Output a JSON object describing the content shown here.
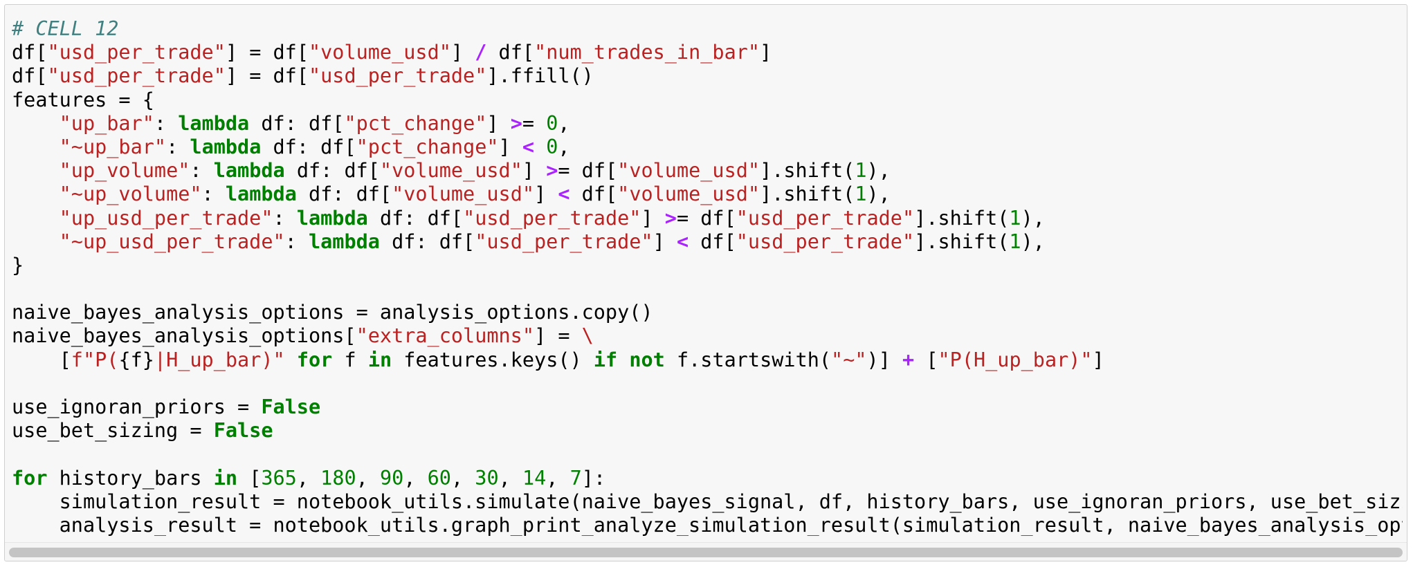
{
  "cell": {
    "label": "CELL 12",
    "lines": [
      [
        {
          "t": "comment",
          "v": "# CELL 12"
        }
      ],
      [
        {
          "t": "plain",
          "v": "df["
        },
        {
          "t": "string",
          "v": "\"usd_per_trade\""
        },
        {
          "t": "plain",
          "v": "] = df["
        },
        {
          "t": "string",
          "v": "\"volume_usd\""
        },
        {
          "t": "plain",
          "v": "] "
        },
        {
          "t": "op",
          "v": "/"
        },
        {
          "t": "plain",
          "v": " df["
        },
        {
          "t": "string",
          "v": "\"num_trades_in_bar\""
        },
        {
          "t": "plain",
          "v": "]"
        }
      ],
      [
        {
          "t": "plain",
          "v": "df["
        },
        {
          "t": "string",
          "v": "\"usd_per_trade\""
        },
        {
          "t": "plain",
          "v": "] = df["
        },
        {
          "t": "string",
          "v": "\"usd_per_trade\""
        },
        {
          "t": "plain",
          "v": "].ffill()"
        }
      ],
      [
        {
          "t": "plain",
          "v": "features = {"
        }
      ],
      [
        {
          "t": "plain",
          "v": "    "
        },
        {
          "t": "string",
          "v": "\"up_bar\""
        },
        {
          "t": "plain",
          "v": ": "
        },
        {
          "t": "keyword",
          "v": "lambda"
        },
        {
          "t": "plain",
          "v": " df: df["
        },
        {
          "t": "string",
          "v": "\"pct_change\""
        },
        {
          "t": "plain",
          "v": "] "
        },
        {
          "t": "op",
          "v": ">"
        },
        {
          "t": "plain",
          "v": "= "
        },
        {
          "t": "number",
          "v": "0"
        },
        {
          "t": "plain",
          "v": ","
        }
      ],
      [
        {
          "t": "plain",
          "v": "    "
        },
        {
          "t": "string",
          "v": "\"~up_bar\""
        },
        {
          "t": "plain",
          "v": ": "
        },
        {
          "t": "keyword",
          "v": "lambda"
        },
        {
          "t": "plain",
          "v": " df: df["
        },
        {
          "t": "string",
          "v": "\"pct_change\""
        },
        {
          "t": "plain",
          "v": "] "
        },
        {
          "t": "op",
          "v": "<"
        },
        {
          "t": "plain",
          "v": " "
        },
        {
          "t": "number",
          "v": "0"
        },
        {
          "t": "plain",
          "v": ","
        }
      ],
      [
        {
          "t": "plain",
          "v": "    "
        },
        {
          "t": "string",
          "v": "\"up_volume\""
        },
        {
          "t": "plain",
          "v": ": "
        },
        {
          "t": "keyword",
          "v": "lambda"
        },
        {
          "t": "plain",
          "v": " df: df["
        },
        {
          "t": "string",
          "v": "\"volume_usd\""
        },
        {
          "t": "plain",
          "v": "] "
        },
        {
          "t": "op",
          "v": ">"
        },
        {
          "t": "plain",
          "v": "= df["
        },
        {
          "t": "string",
          "v": "\"volume_usd\""
        },
        {
          "t": "plain",
          "v": "].shift("
        },
        {
          "t": "number",
          "v": "1"
        },
        {
          "t": "plain",
          "v": "),"
        }
      ],
      [
        {
          "t": "plain",
          "v": "    "
        },
        {
          "t": "string",
          "v": "\"~up_volume\""
        },
        {
          "t": "plain",
          "v": ": "
        },
        {
          "t": "keyword",
          "v": "lambda"
        },
        {
          "t": "plain",
          "v": " df: df["
        },
        {
          "t": "string",
          "v": "\"volume_usd\""
        },
        {
          "t": "plain",
          "v": "] "
        },
        {
          "t": "op",
          "v": "<"
        },
        {
          "t": "plain",
          "v": " df["
        },
        {
          "t": "string",
          "v": "\"volume_usd\""
        },
        {
          "t": "plain",
          "v": "].shift("
        },
        {
          "t": "number",
          "v": "1"
        },
        {
          "t": "plain",
          "v": "),"
        }
      ],
      [
        {
          "t": "plain",
          "v": "    "
        },
        {
          "t": "string",
          "v": "\"up_usd_per_trade\""
        },
        {
          "t": "plain",
          "v": ": "
        },
        {
          "t": "keyword",
          "v": "lambda"
        },
        {
          "t": "plain",
          "v": " df: df["
        },
        {
          "t": "string",
          "v": "\"usd_per_trade\""
        },
        {
          "t": "plain",
          "v": "] "
        },
        {
          "t": "op",
          "v": ">"
        },
        {
          "t": "plain",
          "v": "= df["
        },
        {
          "t": "string",
          "v": "\"usd_per_trade\""
        },
        {
          "t": "plain",
          "v": "].shift("
        },
        {
          "t": "number",
          "v": "1"
        },
        {
          "t": "plain",
          "v": "),"
        }
      ],
      [
        {
          "t": "plain",
          "v": "    "
        },
        {
          "t": "string",
          "v": "\"~up_usd_per_trade\""
        },
        {
          "t": "plain",
          "v": ": "
        },
        {
          "t": "keyword",
          "v": "lambda"
        },
        {
          "t": "plain",
          "v": " df: df["
        },
        {
          "t": "string",
          "v": "\"usd_per_trade\""
        },
        {
          "t": "plain",
          "v": "] "
        },
        {
          "t": "op",
          "v": "<"
        },
        {
          "t": "plain",
          "v": " df["
        },
        {
          "t": "string",
          "v": "\"usd_per_trade\""
        },
        {
          "t": "plain",
          "v": "].shift("
        },
        {
          "t": "number",
          "v": "1"
        },
        {
          "t": "plain",
          "v": "),"
        }
      ],
      [
        {
          "t": "plain",
          "v": "}"
        }
      ],
      [],
      [
        {
          "t": "plain",
          "v": "naive_bayes_analysis_options = analysis_options.copy()"
        }
      ],
      [
        {
          "t": "plain",
          "v": "naive_bayes_analysis_options["
        },
        {
          "t": "string",
          "v": "\"extra_columns\""
        },
        {
          "t": "plain",
          "v": "] = "
        },
        {
          "t": "string",
          "v": "\\"
        }
      ],
      [
        {
          "t": "plain",
          "v": "    ["
        },
        {
          "t": "string",
          "v": "f\"P("
        },
        {
          "t": "plain",
          "v": "{f}"
        },
        {
          "t": "string",
          "v": "|H_up_bar)\""
        },
        {
          "t": "plain",
          "v": " "
        },
        {
          "t": "keyword",
          "v": "for"
        },
        {
          "t": "plain",
          "v": " f "
        },
        {
          "t": "keyword",
          "v": "in"
        },
        {
          "t": "plain",
          "v": " features.keys() "
        },
        {
          "t": "keyword",
          "v": "if"
        },
        {
          "t": "plain",
          "v": " "
        },
        {
          "t": "keyword",
          "v": "not"
        },
        {
          "t": "plain",
          "v": " f.startswith("
        },
        {
          "t": "string",
          "v": "\"~\""
        },
        {
          "t": "plain",
          "v": ")] "
        },
        {
          "t": "op",
          "v": "+"
        },
        {
          "t": "plain",
          "v": " ["
        },
        {
          "t": "string",
          "v": "\"P(H_up_bar)\""
        },
        {
          "t": "plain",
          "v": "]"
        }
      ],
      [],
      [
        {
          "t": "plain",
          "v": "use_ignoran_priors = "
        },
        {
          "t": "keyword",
          "v": "False"
        }
      ],
      [
        {
          "t": "plain",
          "v": "use_bet_sizing = "
        },
        {
          "t": "keyword",
          "v": "False"
        }
      ],
      [],
      [
        {
          "t": "keyword",
          "v": "for"
        },
        {
          "t": "plain",
          "v": " history_bars "
        },
        {
          "t": "keyword",
          "v": "in"
        },
        {
          "t": "plain",
          "v": " ["
        },
        {
          "t": "number",
          "v": "365"
        },
        {
          "t": "plain",
          "v": ", "
        },
        {
          "t": "number",
          "v": "180"
        },
        {
          "t": "plain",
          "v": ", "
        },
        {
          "t": "number",
          "v": "90"
        },
        {
          "t": "plain",
          "v": ", "
        },
        {
          "t": "number",
          "v": "60"
        },
        {
          "t": "plain",
          "v": ", "
        },
        {
          "t": "number",
          "v": "30"
        },
        {
          "t": "plain",
          "v": ", "
        },
        {
          "t": "number",
          "v": "14"
        },
        {
          "t": "plain",
          "v": ", "
        },
        {
          "t": "number",
          "v": "7"
        },
        {
          "t": "plain",
          "v": "]:"
        }
      ],
      [
        {
          "t": "plain",
          "v": "    simulation_result = notebook_utils.simulate(naive_bayes_signal, df, history_bars, use_ignoran_priors, use_bet_sizing"
        }
      ],
      [
        {
          "t": "plain",
          "v": "    analysis_result = notebook_utils.graph_print_analyze_simulation_result(simulation_result, naive_bayes_analysis_optio"
        }
      ]
    ]
  },
  "scroll": {
    "horizontal_position": 0.0,
    "visible_fraction": 0.9
  },
  "colors": {
    "comment": "#408080",
    "string": "#ba2121",
    "keyword": "#008000",
    "operator": "#aa22ff",
    "number": "#008000",
    "background": "#f7f7f7",
    "scroll_thumb": "#c4c4c4"
  }
}
